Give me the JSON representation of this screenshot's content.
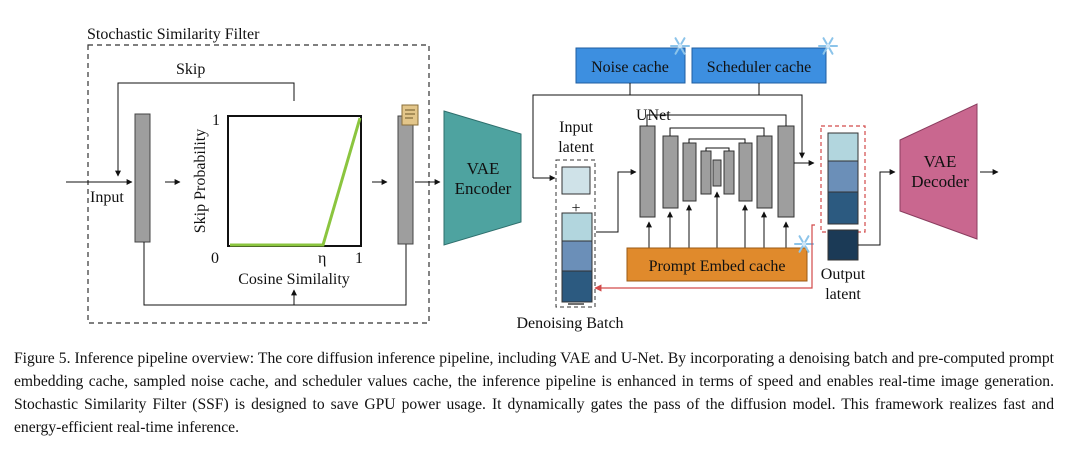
{
  "ssf": {
    "title": "Stochastic Similarity Filter",
    "skip": "Skip",
    "input": "Input",
    "y_axis": "Skip Probability",
    "x_axis": "Cosine Similality",
    "y_max": "1",
    "x_min": "0",
    "x_eta": "η",
    "x_max": "1"
  },
  "vae_encoder": [
    "VAE",
    "Encoder"
  ],
  "noise_cache": "Noise cache",
  "scheduler_cache": "Scheduler cache",
  "input_latent": [
    "Input",
    "latent"
  ],
  "unet": "UNet",
  "plus": "+",
  "prompt_cache": "Prompt Embed cache",
  "output_latent": [
    "Output",
    "latent"
  ],
  "denoising_batch": "Denoising Batch",
  "vae_decoder": [
    "VAE",
    "Decoder"
  ],
  "colors": {
    "cache_blue": "#3d8fe0",
    "prompt_orange": "#e08a2c",
    "encoder_teal": "#4ea3a0",
    "decoder_pink": "#c9678f",
    "curve_green": "#8bc53f",
    "latent_light": "#b2d6de",
    "latent_mid": "#6b8fb8",
    "latent_dark": "#2c5a80",
    "latent_navy": "#1b3a56",
    "feedback_red": "#d24a4a",
    "bar_gray": "#9e9e9e"
  },
  "caption": "Figure 5. Inference pipeline overview: The core diffusion inference pipeline, including VAE and U-Net. By incorporating a denoising batch and pre-computed prompt embedding cache, sampled noise cache, and scheduler values cache, the inference pipeline is enhanced in terms of speed and enables real-time image generation. Stochastic Similarity Filter (SSF) is designed to save GPU power usage. It dynamically gates the pass of the diffusion model. This framework realizes fast and energy-efficient real-time inference."
}
